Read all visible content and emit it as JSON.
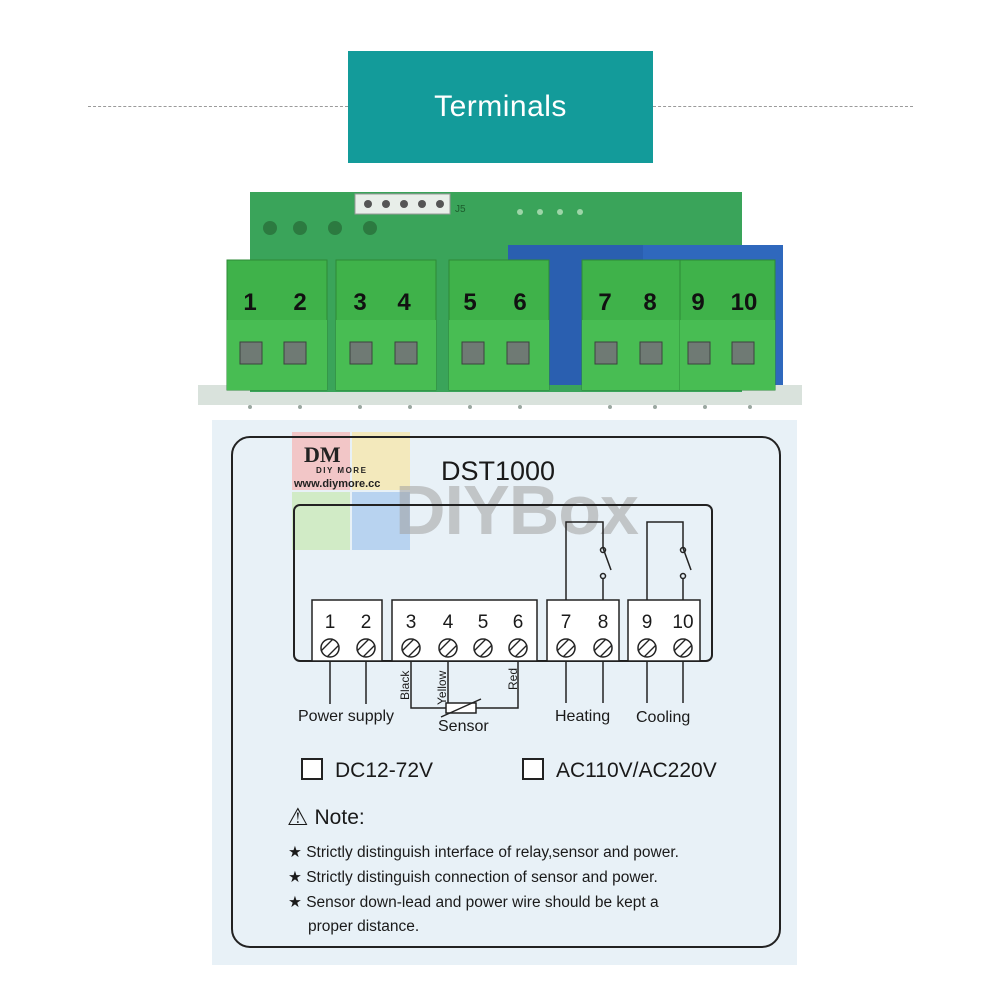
{
  "header": {
    "title": "Terminals"
  },
  "board": {
    "terminal_labels": [
      "1",
      "2",
      "3",
      "4",
      "5",
      "6",
      "7",
      "8",
      "9",
      "10"
    ],
    "silkscreen_label": "J5",
    "colors": {
      "pcb": "#3aa45a",
      "terminal_block": "#3fb24a",
      "relay": "#2a5fb0",
      "base": "#d9e2dc"
    }
  },
  "diagram": {
    "model": "DST1000",
    "logo": {
      "brand": "DIY MORE",
      "url": "www.diymore.cc",
      "monogram": "DM"
    },
    "watermark": "DIYBox",
    "terminals": [
      "1",
      "2",
      "3",
      "4",
      "5",
      "6",
      "7",
      "8",
      "9",
      "10"
    ],
    "wire_colors": [
      "Black",
      "Yellow",
      "Red"
    ],
    "group_labels": {
      "power": "Power supply",
      "sensor": "Sensor",
      "heating": "Heating",
      "cooling": "Cooling"
    },
    "options": [
      "DC12-72V",
      "AC110V/AC220V"
    ],
    "note_title": "Note:",
    "notes": [
      "Strictly distinguish interface of relay,sensor and power.",
      "Strictly distinguish connection of sensor and power.",
      "Sensor down-lead and power wire should be kept a",
      "proper distance."
    ],
    "bullet": "★",
    "warning_glyph": "⚠"
  }
}
